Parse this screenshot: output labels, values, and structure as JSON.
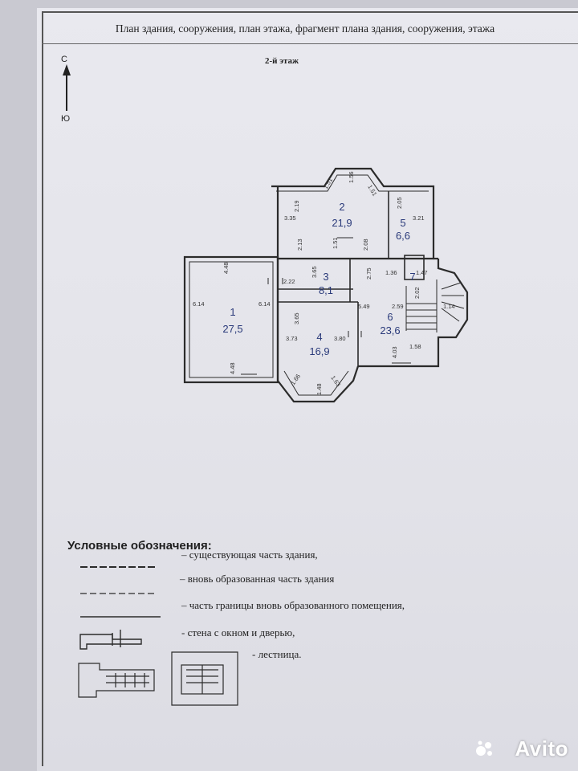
{
  "header": {
    "title": "План здания, сооружения, план этажа, фрагмент плана здания, сооружения, этажа"
  },
  "floor": {
    "label": "2-й этаж"
  },
  "compass": {
    "north": "С",
    "south": "Ю"
  },
  "rooms": [
    {
      "number": "1",
      "area": "27,5"
    },
    {
      "number": "2",
      "area": "21,9"
    },
    {
      "number": "3",
      "area": "8,1"
    },
    {
      "number": "4",
      "area": "16,9"
    },
    {
      "number": "5",
      "area": "6,6"
    },
    {
      "number": "6",
      "area": "23,6"
    },
    {
      "number": "7",
      "area": ""
    }
  ],
  "dimensions": {
    "d_448_top": "4.48",
    "d_614_left": "6.14",
    "d_614_right": "6.14",
    "d_448_bottom": "4.48",
    "d_335": "3.35",
    "d_219": "2.19",
    "d_151a": "1.51",
    "d_156": "1.56",
    "d_151b": "1.51",
    "d_213": "2.13",
    "d_151c": "1.51",
    "d_208": "2.08",
    "d_205": "2.05",
    "d_321": "3.21",
    "d_222": "2.22",
    "d_365a": "3.65",
    "d_275": "2.75",
    "d_136": "1.36",
    "d_147": "1.47",
    "d_549": "5.49",
    "d_259": "2.59",
    "d_365b": "3.65",
    "d_373": "3.73",
    "d_380": "3.80",
    "d_403": "4.03",
    "d_158": "1.58",
    "d_166": "1.66",
    "d_148": "1.48",
    "d_163": "1.63",
    "d_stair1": "2.02",
    "d_stair2": "1.14"
  },
  "legend": {
    "title": "Условные обозначения:",
    "items": [
      "– существующая часть здания,",
      "– вновь образованная часть здания",
      "– часть границы вновь образованного  помещения,",
      "-  стена с окном и дверью,",
      "-  лестница."
    ]
  },
  "watermark": {
    "text": "Avito"
  }
}
